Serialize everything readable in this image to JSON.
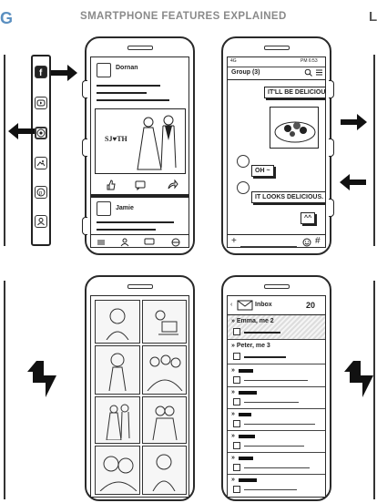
{
  "header": {
    "title": "SMARTPHONE FEATURES EXPLAINED",
    "left_edge": "G",
    "right_edge": "L"
  },
  "feed": {
    "post1_author": "Dornan",
    "post1_caption": "SJ♥TH",
    "post2_author": "Jamie"
  },
  "chat": {
    "status_left": "4G",
    "status_right": "PM 6:53",
    "group_title": "Group (3)",
    "messages": [
      "IT'LL BE DELICIOUS.",
      "OH ~",
      "IT LOOKS DELICIOUS.",
      "^^"
    ],
    "input_plus": "+",
    "input_hash": "#"
  },
  "inbox": {
    "title": "Inbox",
    "count": "20",
    "emails": [
      {
        "from": "Emma, me 2",
        "highlighted": true
      },
      {
        "from": "Peter, me 3",
        "highlighted": false
      }
    ],
    "redacted_count": 6
  },
  "colors": {
    "accent": "#5a8fc0",
    "header_gray": "#8a8a8a",
    "ink": "#222222"
  },
  "icons": [
    "facebook-icon",
    "youtube-icon",
    "chrome-icon",
    "photos-icon",
    "pinterest-icon",
    "contacts-icon",
    "search-icon",
    "menu-icon",
    "like-icon",
    "comment-icon",
    "share-icon",
    "home-icon",
    "friends-icon",
    "messages-icon",
    "globe-icon",
    "emoji-icon"
  ]
}
